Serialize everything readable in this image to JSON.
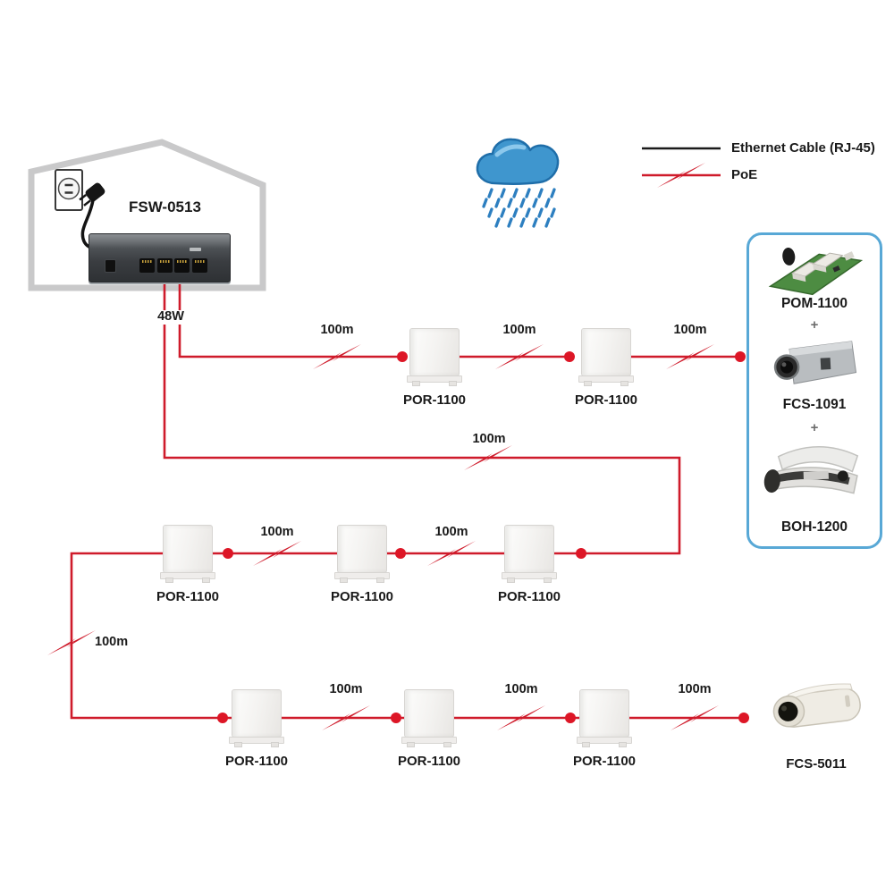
{
  "legend": {
    "items": [
      {
        "label": "Ethernet Cable (RJ-45)",
        "symbol": "black-line"
      },
      {
        "label": "PoE",
        "symbol": "red-line-with-bolt"
      }
    ]
  },
  "house": {
    "switch_model": "FSW-0513",
    "power_budget": "48W"
  },
  "labels": {
    "distance": "100m",
    "por_model": "POR-1100",
    "plus": "+"
  },
  "kit": {
    "items": [
      {
        "model": "POM-1100"
      },
      {
        "model": "FCS-1091"
      },
      {
        "model": "BOH-1200"
      }
    ]
  },
  "end_camera": {
    "model": "FCS-5011"
  },
  "colors": {
    "poe_red": "#cf1b2b",
    "ethernet_black": "#1a1a1a",
    "kit_border_blue": "#58a8d6",
    "cloud_blue": "#3f96ce",
    "house_gray": "#c9c9ca"
  }
}
